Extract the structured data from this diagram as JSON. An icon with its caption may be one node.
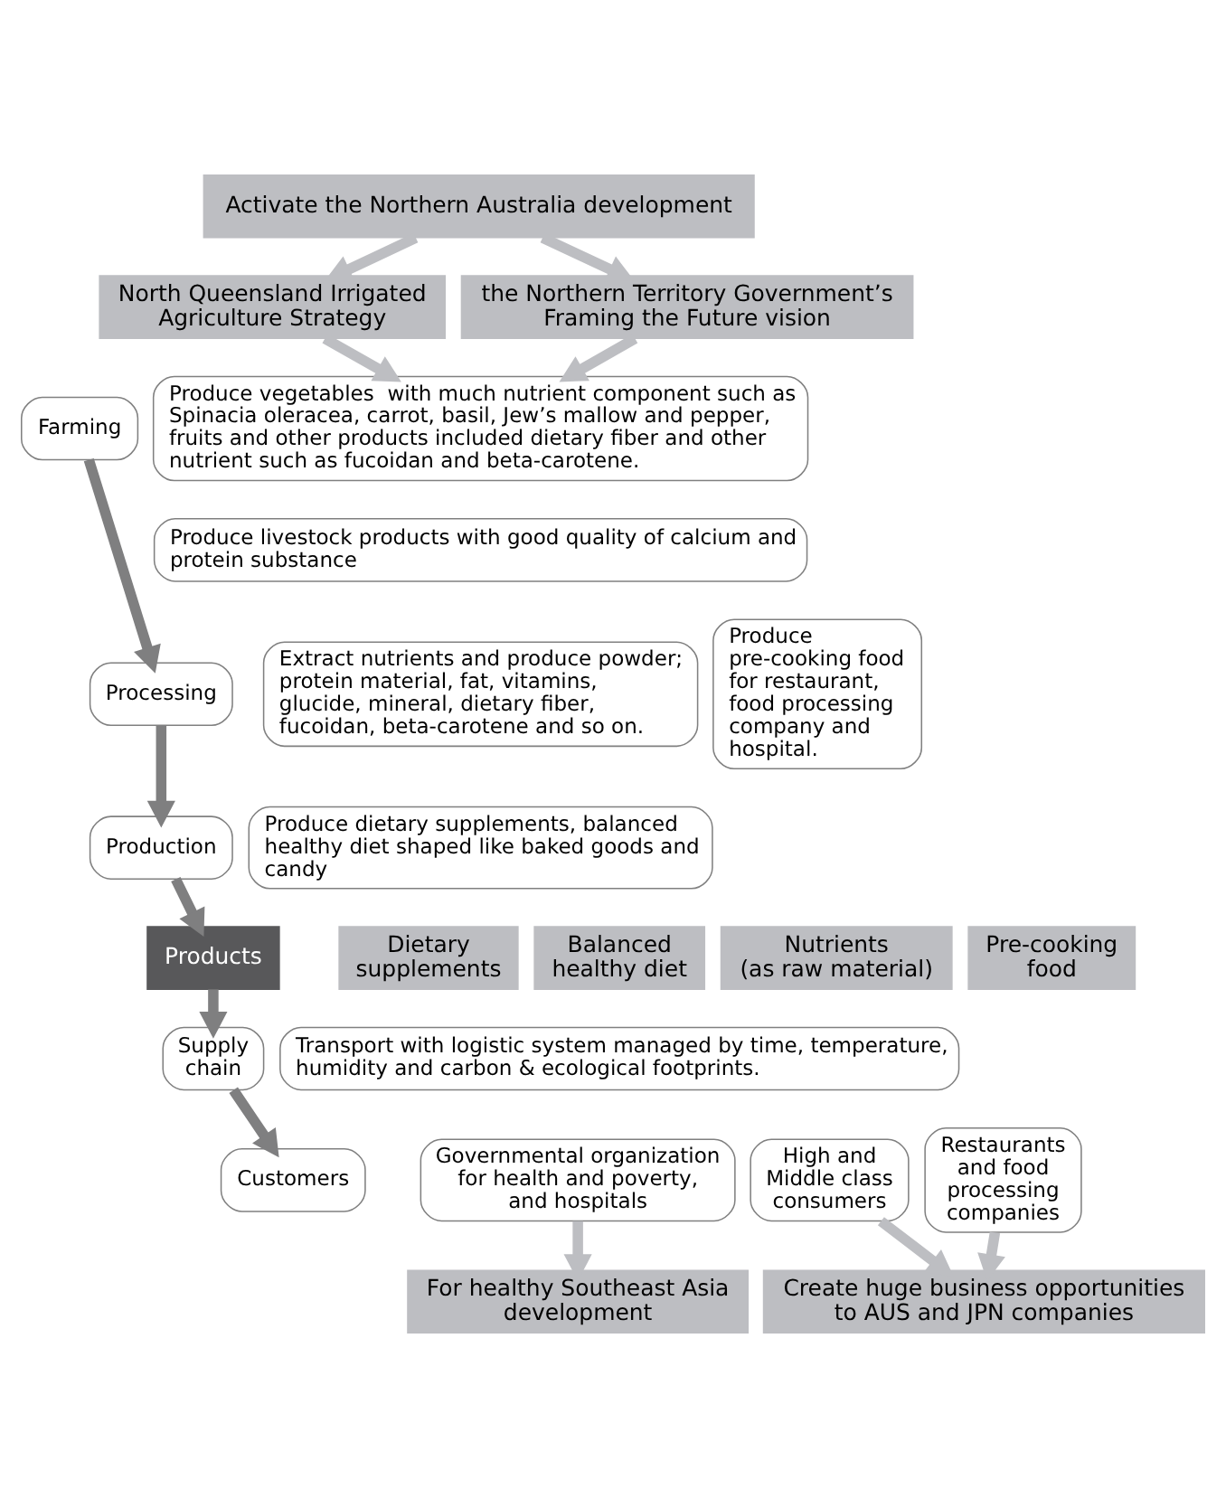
{
  "diagram": {
    "nodes": [
      {
        "text": [
          "Activate the Northern Australia development"
        ]
      },
      {
        "text": [
          "North Queensland Irrigated Agriculture Strategy"
        ]
      },
      {
        "text": [
          "the Northern Territory Government’s Framing the Future vision"
        ]
      },
      {
        "text": [
          "Farming"
        ]
      },
      {
        "text": [
          "Produce vegetables  with much nutrient component such as Spinacia oleracea, carrot, basil, Jew’s mallow and pepper, fruits and other products included dietary fiber and other nutrient such as fucoidan and beta-carotene."
        ]
      },
      {
        "text": [
          "Produce livestock products with good quality of calcium and protein substance"
        ]
      },
      {
        "text": [
          "Processing"
        ]
      },
      {
        "text": [
          "Extract nutrients and produce powder; protein material, fat, vitamins, glucide, mineral, dietary fiber, fucoidan, beta-carotene and so on."
        ]
      },
      {
        "text": [
          "Produce pre-cooking food for restaurant, food processing company and hospital."
        ]
      },
      {
        "text": [
          "Production"
        ]
      },
      {
        "text": [
          "Produce dietary supplements, balanced healthy diet shaped like baked goods and candy"
        ]
      },
      {
        "text": [
          "Products"
        ]
      },
      {
        "text": [
          "Dietary supplements"
        ]
      },
      {
        "text": [
          "Balanced healthy diet"
        ]
      },
      {
        "text": [
          "Nutrients",
          "(as raw material)"
        ]
      },
      {
        "text": [
          "Pre-cooking food"
        ]
      },
      {
        "text": [
          "Supply chain"
        ]
      },
      {
        "text": [
          "Transport with logistic system managed by time, temperature, humidity and carbon & ecological footprints."
        ]
      },
      {
        "text": [
          "Customers"
        ]
      },
      {
        "text": [
          "Governmental organization for health and poverty, and hospitals"
        ]
      },
      {
        "text": [
          "High and Middle class consumers"
        ]
      },
      {
        "text": [
          "Restaurants and food processing companies"
        ]
      },
      {
        "text": [
          "For healthy Southeast Asia development"
        ]
      },
      {
        "text": [
          "Create huge business opportunities to AUS and JPN companies"
        ]
      }
    ],
    "edges": [
      {
        "from": 0,
        "to": 1,
        "arrow": "to"
      },
      {
        "from": 0,
        "to": 2,
        "arrow": "to"
      },
      {
        "from": 1,
        "to": 4,
        "arrow": "to"
      },
      {
        "from": 2,
        "to": 4,
        "arrow": "to"
      },
      {
        "from": 3,
        "to": 6,
        "arrow": "to",
        "color": "#7f7f80"
      },
      {
        "from": 6,
        "to": 9,
        "arrow": "to",
        "color": "#7f7f80"
      },
      {
        "from": 9,
        "to": 11,
        "arrow": "to",
        "color": "#7f7f80"
      },
      {
        "from": 11,
        "to": 16,
        "arrow": "to",
        "color": "#7f7f80"
      },
      {
        "from": 16,
        "to": 18,
        "arrow": "to",
        "color": "#7f7f80"
      },
      {
        "from": 19,
        "to": 22,
        "arrow": "to"
      },
      {
        "from": 20,
        "to": 23,
        "arrow": "to"
      },
      {
        "from": 21,
        "to": 23,
        "arrow": "to"
      }
    ]
  }
}
